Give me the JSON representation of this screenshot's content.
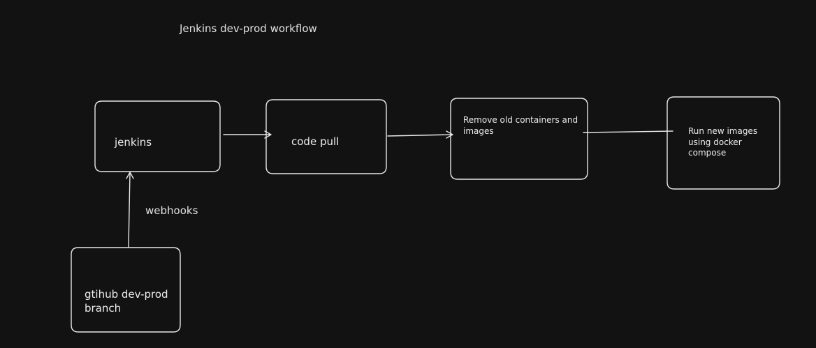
{
  "title": "Jenkins dev-prod workflow",
  "stroke_color": "#e6e6e6",
  "background_color": "#121212",
  "nodes": {
    "jenkins": "jenkins",
    "code_pull": "code pull",
    "remove_old": "Remove old containers and images",
    "run_new": "Run new images using docker compose",
    "github": "gtihub dev-prod branch"
  },
  "edges": {
    "webhooks": "webhooks"
  }
}
